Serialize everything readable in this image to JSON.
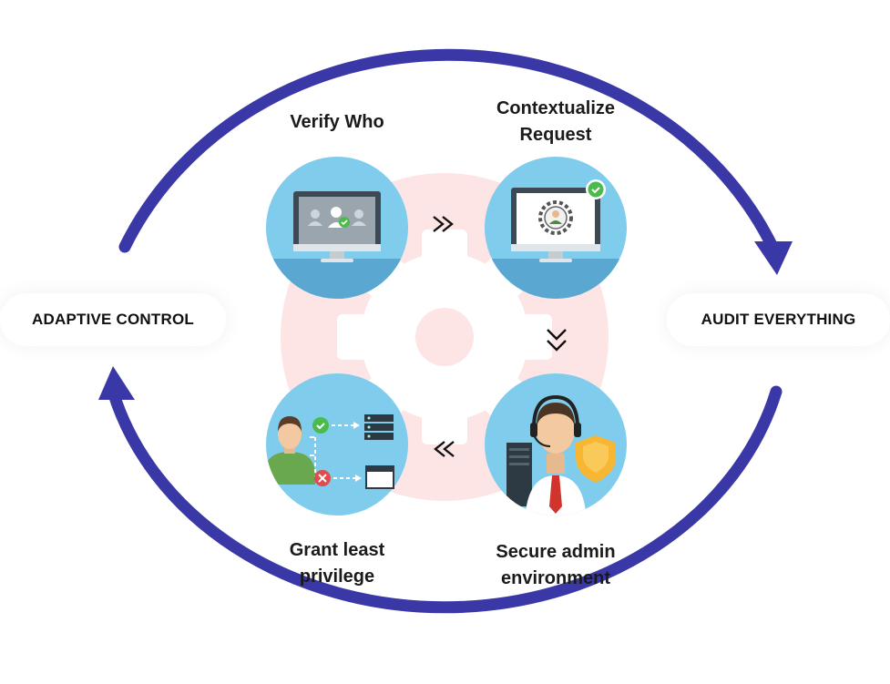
{
  "side_labels": {
    "left": "ADAPTIVE CONTROL",
    "right": "AUDIT EVERYTHING"
  },
  "steps": [
    {
      "line1": "Verify Who",
      "line2": ""
    },
    {
      "line1": "Contextualize",
      "line2": "Request"
    },
    {
      "line1": "Secure admin",
      "line2": "environment"
    },
    {
      "line1": "Grant least",
      "line2": "privilege"
    }
  ],
  "colors": {
    "cycle_arrow": "#3a37a6",
    "circle_fill": "#7fccec",
    "floor": "#5aa8d2",
    "gear_watermark": "#fde4e4",
    "check": "#4cba4c",
    "deny": "#e04b4b",
    "shield": "#f7b733"
  },
  "icons": [
    "monitor-users-icon",
    "monitor-gear-icon",
    "support-agent-icon",
    "access-control-icon",
    "double-chevron-right-icon",
    "double-chevron-down-icon",
    "double-chevron-left-icon",
    "gear-icon"
  ]
}
